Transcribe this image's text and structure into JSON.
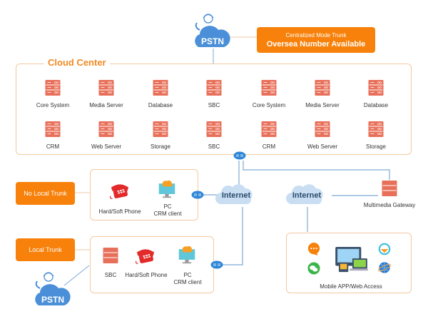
{
  "top": {
    "pstn_label": "PSTN",
    "callout_line1": "Centralized Mode Trunk",
    "callout_line2": "Oversea Number Available"
  },
  "cloud_center": {
    "title": "Cloud Center",
    "row1": [
      "Core System",
      "Media Server",
      "Database",
      "SBC",
      "Core System",
      "Media Server",
      "Database"
    ],
    "row2": [
      "CRM",
      "Web Server",
      "Storage",
      "SBC",
      "CRM",
      "Web Server",
      "Storage"
    ]
  },
  "no_local_trunk": {
    "label": "No Local Trunk",
    "phone_label": "Hard/Soft Phone",
    "pc_label_line1": "PC",
    "pc_label_line2": "CRM client"
  },
  "local_trunk": {
    "label": "Local Trunk",
    "sbc_label": "SBC",
    "phone_label": "Hard/Soft Phone",
    "pc_label_line1": "PC",
    "pc_label_line2": "CRM client",
    "pstn_label": "PSTN"
  },
  "internet": {
    "left_label": "Internet",
    "right_label": "Internet"
  },
  "gateway": {
    "label": "Multimedia Gateway"
  },
  "mobile": {
    "label": "Mobile APP/Web Access"
  },
  "colors": {
    "accent_orange": "#f7810a",
    "server_red": "#e8705a",
    "line_blue": "#7ea9d6",
    "cloud_blue": "#c9def3",
    "pstn_blue": "#4a8fd8",
    "box_border": "#f3c9a0"
  }
}
